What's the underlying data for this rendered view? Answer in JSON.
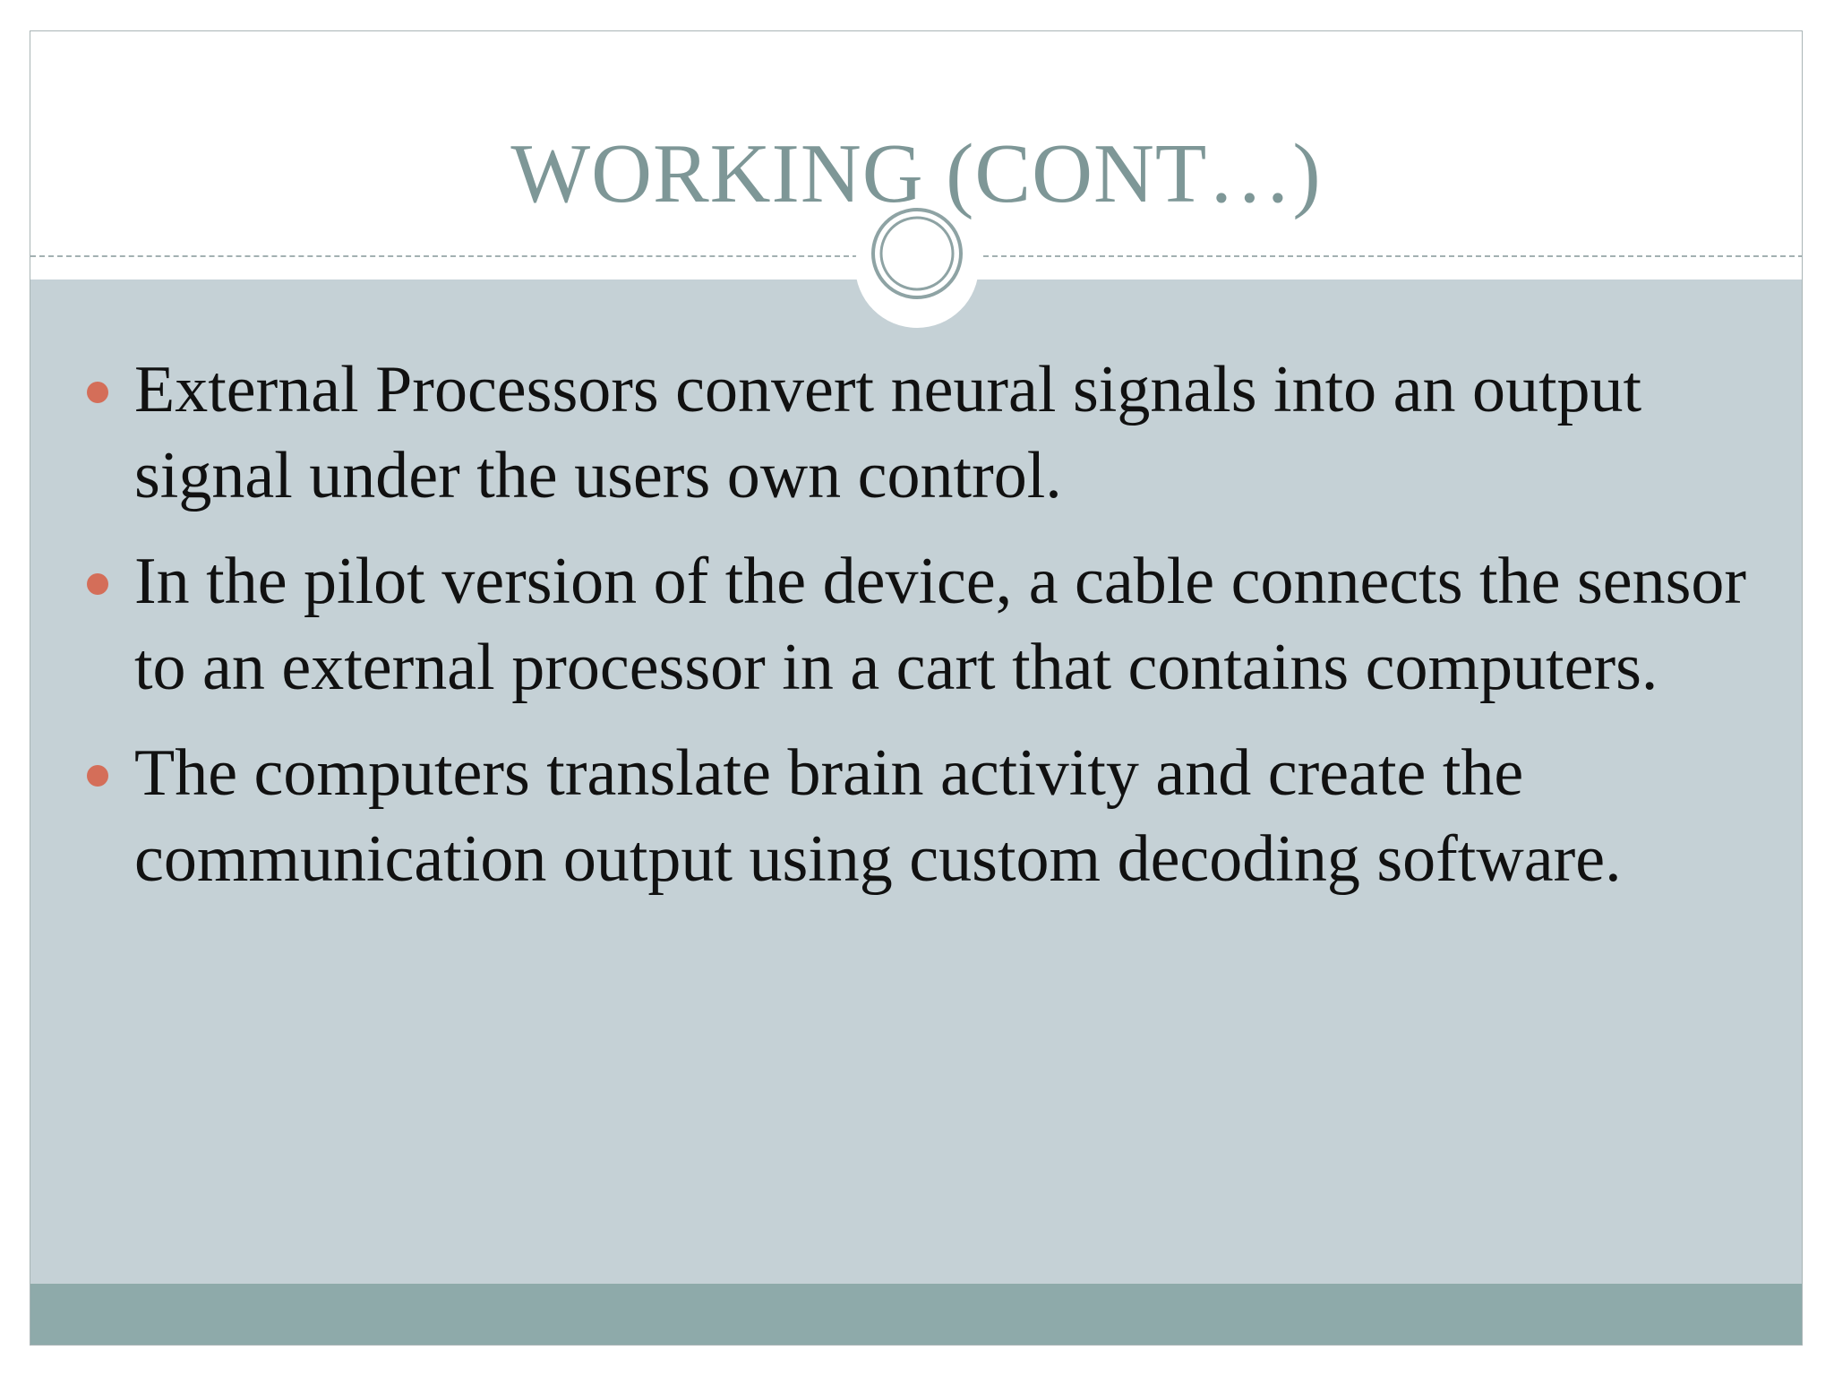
{
  "slide": {
    "title": "WORKING (CONT…)",
    "bullets": [
      "External Processors convert neural signals into an output signal under the users own control.",
      "In the pilot version of the device, a cable connects the sensor to an external processor in a cart that contains computers.",
      "The computers translate brain activity and create the communication output using custom decoding software."
    ]
  },
  "colors": {
    "title": "#7e9797",
    "content_background": "#c5d1d6",
    "footer_bar": "#8eaaaa",
    "bullet": "#d46e59",
    "text": "#111111"
  },
  "icons": {
    "ornament": "double-circle-icon",
    "bullet": "round-bullet-icon"
  }
}
